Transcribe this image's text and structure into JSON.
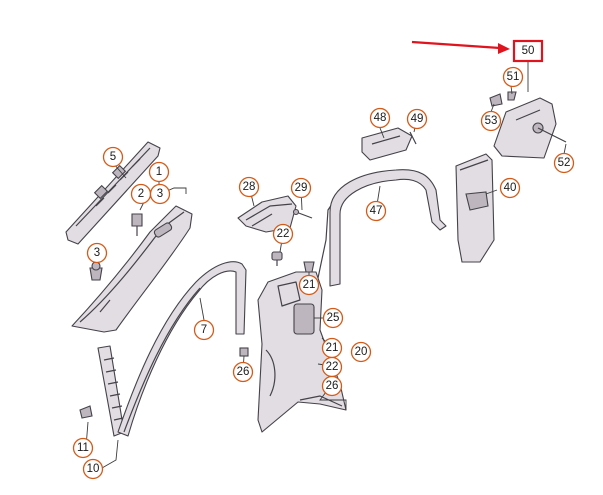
{
  "colors": {
    "callout_ring": "#d45a18",
    "highlight": "#e0141e",
    "part_fill": "#e1dde2",
    "part_stroke": "#45424a"
  },
  "callouts": {
    "c1": "1",
    "c2": "2",
    "c3a": "3",
    "c3b": "3",
    "c5": "5",
    "c7": "7",
    "c10": "10",
    "c11": "11",
    "c20": "20",
    "c21a": "21",
    "c21b": "21",
    "c22a": "22",
    "c22b": "22",
    "c25": "25",
    "c26a": "26",
    "c26b": "26",
    "c28": "28",
    "c29": "29",
    "c40": "40",
    "c47": "47",
    "c48": "48",
    "c49": "49",
    "c51": "51",
    "c52": "52",
    "c53": "53"
  },
  "highlighted_part": {
    "label": "50"
  }
}
